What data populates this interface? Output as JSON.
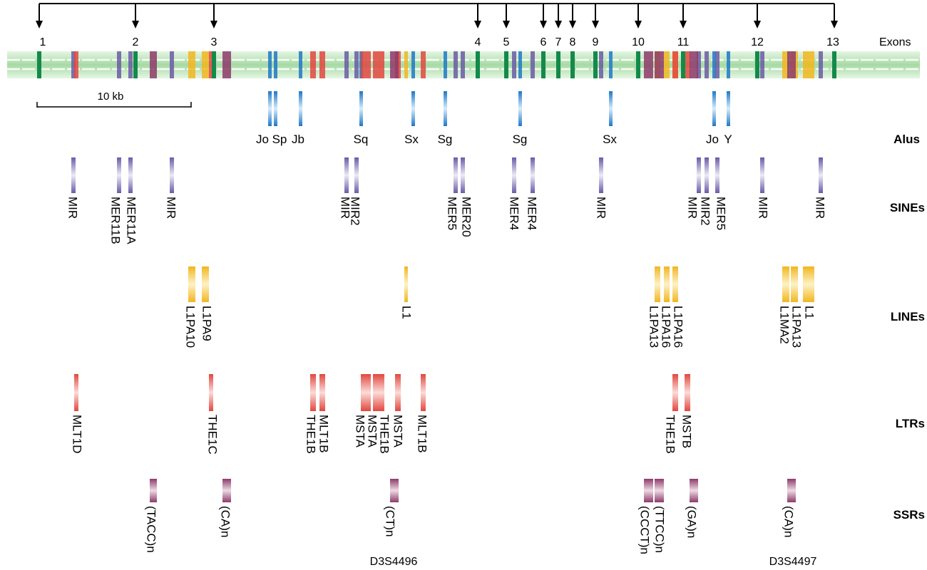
{
  "exons_header": "Exons",
  "exon_numbers": [
    "1",
    "2",
    "3",
    "4",
    "5",
    "6",
    "7",
    "8",
    "9",
    "10",
    "11",
    "12",
    "13"
  ],
  "scale_bar_label": "10 kb",
  "categories": {
    "alus": "Alus",
    "sines": "SINEs",
    "lines": "LINEs",
    "ltrs": "LTRs",
    "ssrs": "SSRs"
  },
  "colors": {
    "exon": "#138a4a",
    "alu": "#1f78c8",
    "sine": "#6b5aa6",
    "line": "#f2b61f",
    "ltr": "#e2473f",
    "ssr": "#8d3a6a",
    "gene_bar": "#bfe6bc"
  },
  "alus": [
    "Jo",
    "Sp",
    "Jb",
    "Sq",
    "Sx",
    "Sg",
    "Sg",
    "Sx",
    "Jo",
    "Y"
  ],
  "sines": [
    "MIR",
    "MER11B",
    "MER11A",
    "MIR",
    "MIR",
    "MIR2",
    "MER5",
    "MER20",
    "MER4",
    "MER4",
    "MIR",
    "MIR",
    "MIR2",
    "MER5",
    "MIR",
    "MIR"
  ],
  "lines": [
    "L1PA10",
    "L1PA9",
    "L1",
    "L1PA13",
    "L1PA16",
    "L1PA16",
    "L1MA2",
    "L1PA13",
    "L1"
  ],
  "ltrs": [
    "MLT1D",
    "THE1C",
    "THE1B",
    "MLT1B",
    "MSTA",
    "MSTA",
    "THE1B",
    "MSTA",
    "MLT1B",
    "THE1B",
    "MSTB"
  ],
  "ssrs": [
    "(TACC)n",
    "(CA)n",
    "(CT)n",
    "(CCCT)n",
    "(TTCC)n",
    "(GA)n",
    "(CA)n"
  ],
  "markers": [
    "D3S4496",
    "D3S4497"
  ]
}
